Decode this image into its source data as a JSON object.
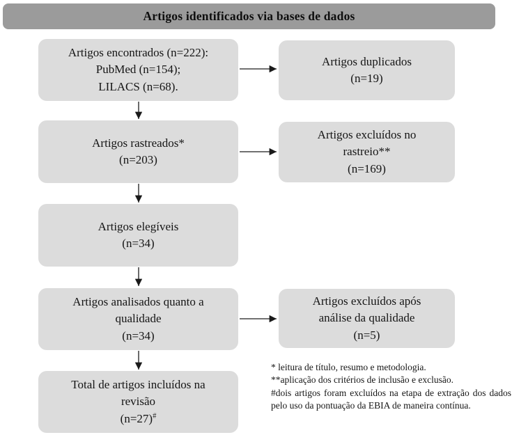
{
  "header": {
    "title": "Artigos identificados via bases de dados"
  },
  "flow": {
    "found": {
      "text": "Artigos encontrados (n=222):\nPubMed (n=154);\nLILACS (n=68)."
    },
    "duplicates": {
      "text": "Artigos duplicados\n(n=19)"
    },
    "screened": {
      "text": "Artigos rastreados*\n(n=203)"
    },
    "excluded_screening": {
      "text": "Artigos excluídos no\nrastreio**\n(n=169)"
    },
    "eligible": {
      "text": "Artigos elegíveis\n(n=34)"
    },
    "quality_assessed": {
      "text": "Artigos analisados quanto a\nqualidade\n(n=34)"
    },
    "excluded_quality": {
      "text": "Artigos excluídos após\nanálise da qualidade\n(n=5)"
    },
    "included": {
      "line1": "Total de artigos incluídos na\nrevisão",
      "n": "(n=27)",
      "sup": "#"
    }
  },
  "footnotes": [
    "* leitura de título, resumo e metodologia.",
    "**aplicação dos critérios de inclusão e exclusão.",
    "#dois artigos foram excluídos na etapa de extração dos dados pelo uso da pontuação da EBIA de maneira contínua."
  ],
  "colors": {
    "header_bg": "#9b9b9b",
    "box_bg": "#dcdcdc",
    "arrow": "#1a1a1a"
  }
}
